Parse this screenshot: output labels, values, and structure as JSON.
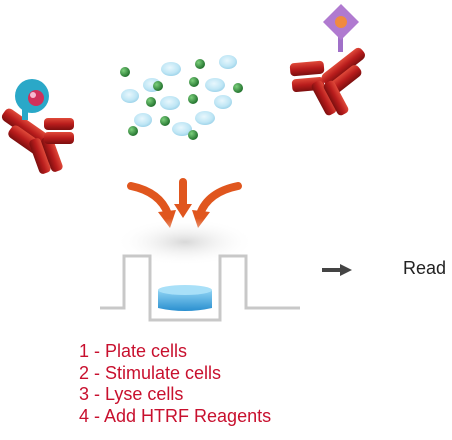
{
  "read_label": "Read",
  "steps": [
    "1 - Plate cells",
    "2 - Stimulate cells",
    "3 - Lyse cells",
    "4 - Add HTRF Reagents"
  ],
  "colors": {
    "antibody": "#b81c1c",
    "antibody_dark": "#7c0f0f",
    "donor_label": "#2aa8c8",
    "acceptor_label": "#b07ad0",
    "cell_blue": "#bfe6f5",
    "cell_green": "#2e8b3a",
    "arrow": "#e0561e",
    "well_liquid": "#3aa9e0",
    "step_text": "#c8102e",
    "read_arrow": "#444444"
  },
  "icons": [
    "donor-antibody-icon",
    "acceptor-antibody-icon",
    "cell-icon",
    "analyte-icon",
    "dispense-arrow-icon",
    "well-icon",
    "read-arrow-icon"
  ]
}
